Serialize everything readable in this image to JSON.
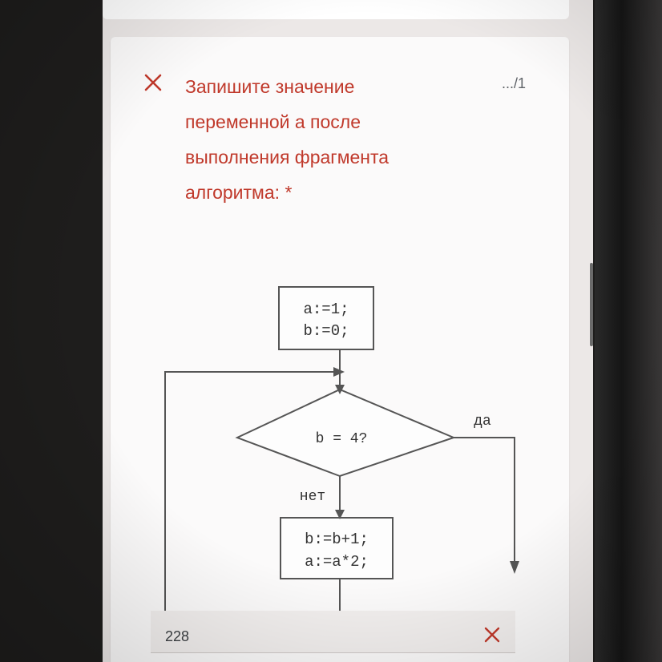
{
  "question": {
    "lines": [
      "Запишите значение",
      "переменной а после",
      "выполнения фрагмента",
      "алгоритма: *"
    ],
    "score": ".../1",
    "status_icon": "wrong-x-icon",
    "status_color": "#c0392b"
  },
  "flowchart": {
    "init_block": [
      "a:=1;",
      "b:=0;"
    ],
    "condition": "b = 4?",
    "yes_label": "да",
    "no_label": "нет",
    "loop_block": [
      "b:=b+1;",
      "a:=a*2;"
    ]
  },
  "answer": {
    "value": "228",
    "clear_icon": "close-icon"
  }
}
